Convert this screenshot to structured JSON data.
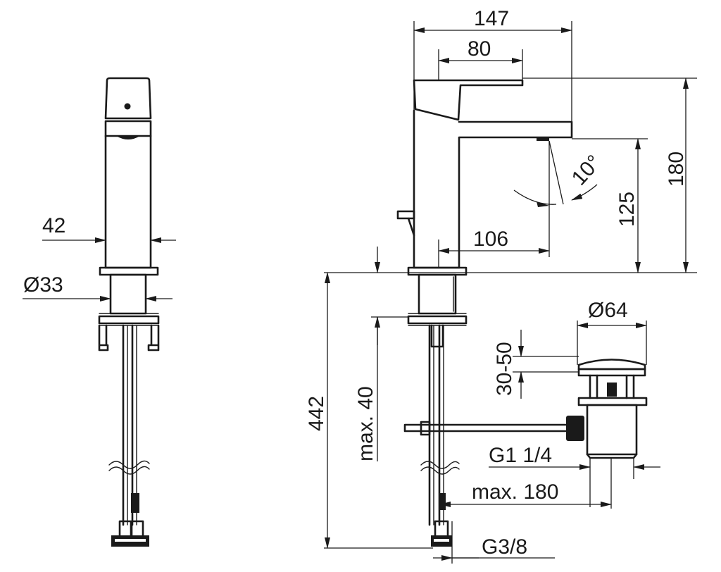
{
  "dimensions": {
    "width_overall": "147",
    "lever_length": "80",
    "height_overall": "180",
    "spout_height": "125",
    "spout_reach": "106",
    "lever_angle": "10°",
    "body_width": "42",
    "base_diameter": "Ø33",
    "total_height": "442",
    "max_counter_thickness": "max. 40",
    "plug_diameter": "Ø64",
    "plug_lift": "30-50",
    "waste_thread": "G1 1/4",
    "rod_max_length": "max. 180",
    "hose_thread": "G3/8"
  },
  "colors": {
    "line": "#1a1a1a",
    "background": "#ffffff"
  }
}
